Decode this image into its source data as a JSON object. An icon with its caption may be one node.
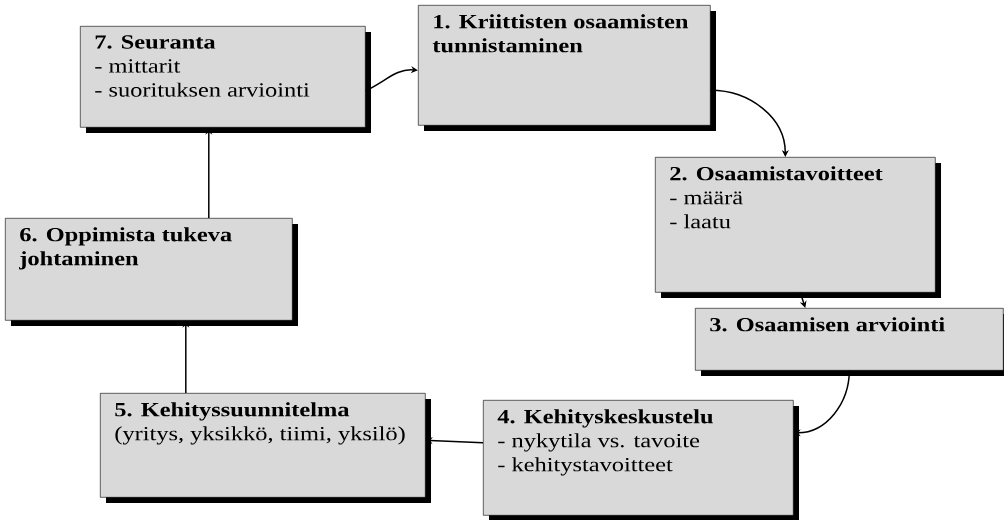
{
  "diagram": {
    "nodes": [
      {
        "text": [
          "1. Kriittisten osaamisten tunnistaminen"
        ]
      },
      {
        "text": [
          "2. Osaamistavoitteet",
          "- määrä",
          "- laatu"
        ]
      },
      {
        "text": [
          "3. Osaamisen arviointi"
        ]
      },
      {
        "text": [
          "4. Kehityskeskustelu",
          "- nykytila vs. tavoite",
          "- kehitystavoitteet"
        ]
      },
      {
        "text": [
          "5. Kehityssuunnitelma",
          "(yritys, yksikkö, tiimi, yksilö)"
        ]
      },
      {
        "text": [
          "6. Oppimista tukeva johtaminen"
        ]
      },
      {
        "text": [
          "7. Seuranta",
          "- mittarit",
          "- suorituksen arviointi"
        ]
      }
    ],
    "edges": [
      {
        "from": 6,
        "to": 0,
        "arrow": "to"
      },
      {
        "from": 0,
        "to": 1,
        "arrow": "to"
      },
      {
        "from": 1,
        "to": 2,
        "arrow": "to"
      },
      {
        "from": 2,
        "to": 3,
        "arrow": "to"
      },
      {
        "from": 3,
        "to": 4,
        "arrow": "to"
      },
      {
        "from": 4,
        "to": 5,
        "arrow": "to"
      },
      {
        "from": 5,
        "to": 6,
        "arrow": "to"
      }
    ]
  }
}
